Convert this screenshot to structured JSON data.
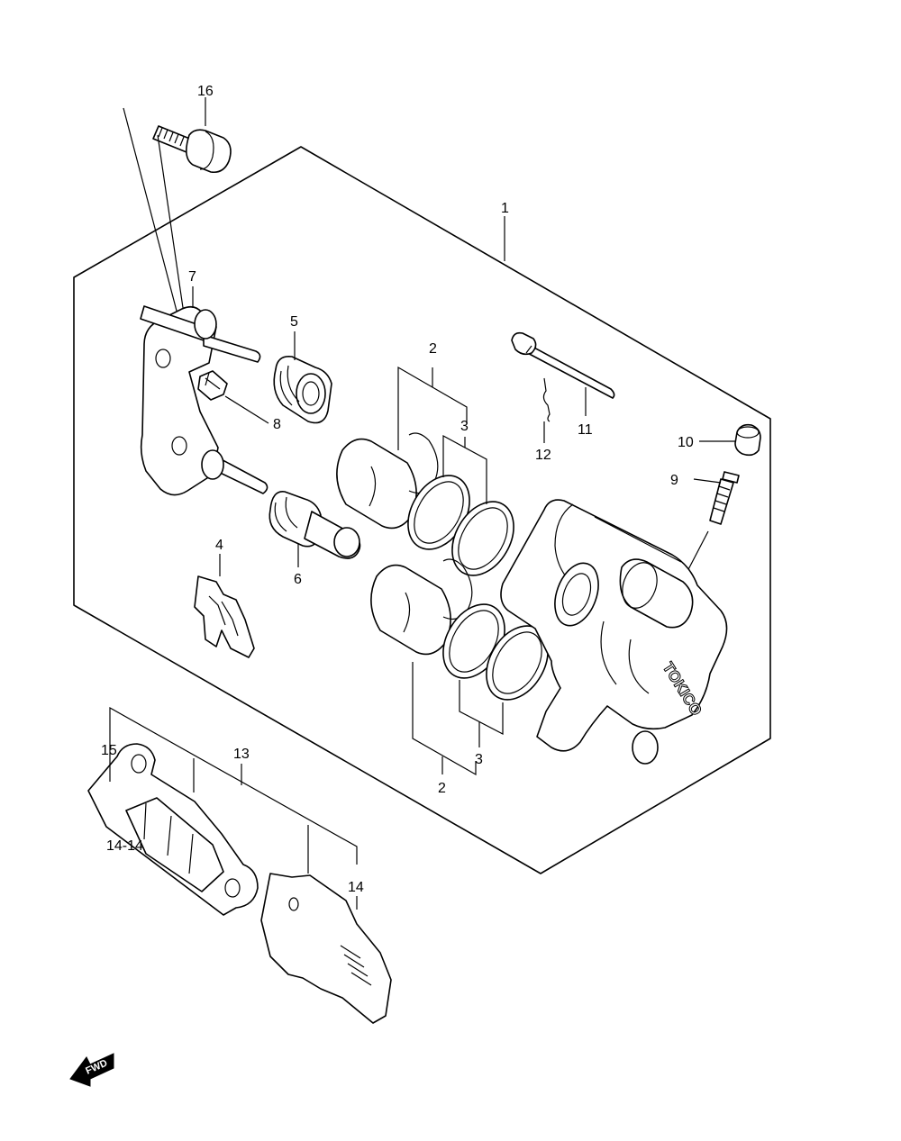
{
  "diagram": {
    "callouts": [
      {
        "id": "c1",
        "text": "1"
      },
      {
        "id": "c2a",
        "text": "2"
      },
      {
        "id": "c3a",
        "text": "3"
      },
      {
        "id": "c2b",
        "text": "2"
      },
      {
        "id": "c3b",
        "text": "3"
      },
      {
        "id": "c4",
        "text": "4"
      },
      {
        "id": "c5",
        "text": "5"
      },
      {
        "id": "c6",
        "text": "6"
      },
      {
        "id": "c7",
        "text": "7"
      },
      {
        "id": "c8",
        "text": "8"
      },
      {
        "id": "c9",
        "text": "9"
      },
      {
        "id": "c10",
        "text": "10"
      },
      {
        "id": "c11",
        "text": "11"
      },
      {
        "id": "c12",
        "text": "12"
      },
      {
        "id": "c13",
        "text": "13"
      },
      {
        "id": "c14",
        "text": "14"
      },
      {
        "id": "c15",
        "text": "15"
      },
      {
        "id": "c16",
        "text": "16"
      }
    ],
    "caliper_brand": "TOKICO",
    "direction_arrow": "FWD"
  }
}
